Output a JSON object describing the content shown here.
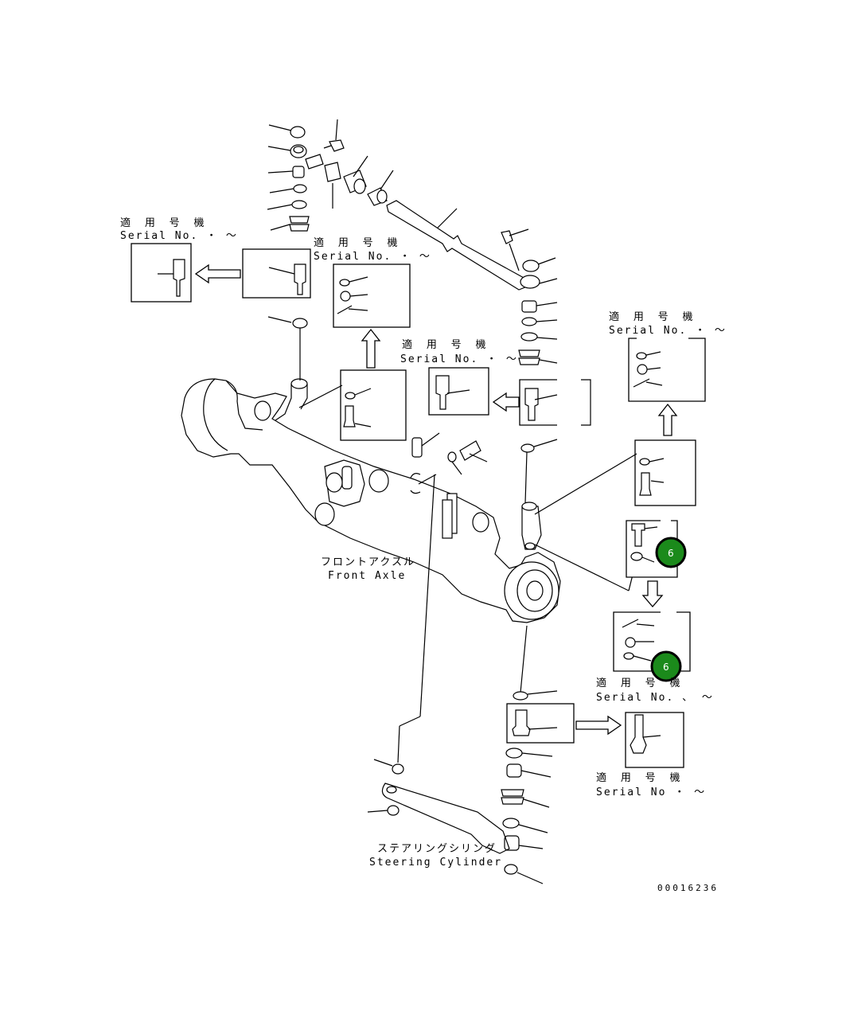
{
  "serial_label_jp": "適 用 号 機",
  "serial_label_en_1": "Serial No.  ・ ～",
  "serial_label_en_2": "Serial No.  ・ ～",
  "serial_label_en_3": "Serial No.  ・ ～",
  "serial_label_en_4": "Serial No.  ・ ～",
  "serial_label_en_5": "Serial No.  、 ～",
  "serial_label_en_6": "Serial No  ・ ～",
  "front_axle_jp": "フロントアクスル",
  "front_axle_en": "Front Axle",
  "steering_cylinder_jp": "ステアリングシリンダ",
  "steering_cylinder_en": "Steering Cylinder",
  "drawing_number": "00016236",
  "callouts": [
    {
      "label": "6",
      "color": "#1b8a1b"
    },
    {
      "label": "6",
      "color": "#1b8a1b"
    }
  ]
}
